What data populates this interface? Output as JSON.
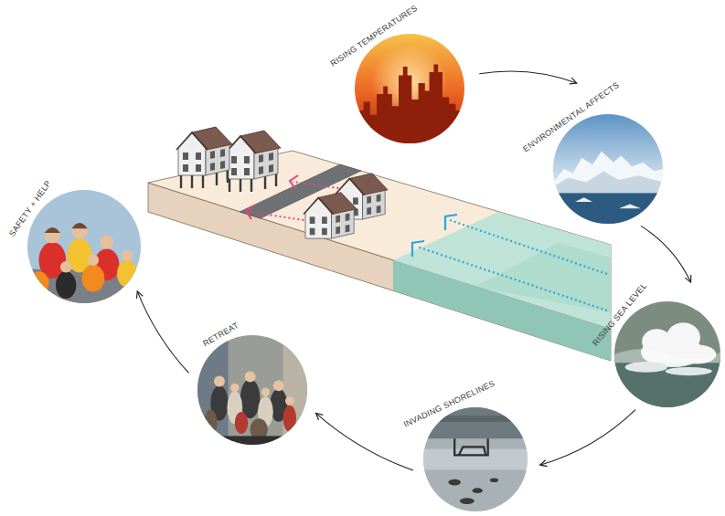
{
  "diagram": {
    "nodes": [
      {
        "text": [
          "RISING TEMPERATURES"
        ]
      },
      {
        "text": [
          "ENVIRONMENTAL AFFECTS"
        ]
      },
      {
        "text": [
          "RISING SEA LEVEL"
        ]
      },
      {
        "text": [
          "INVADING SHORELINES"
        ]
      },
      {
        "text": [
          "RETREAT"
        ]
      },
      {
        "text": [
          "SAFETY + HELP"
        ]
      }
    ],
    "edges": [
      {
        "from": 0,
        "to": 1,
        "arrow": "to"
      },
      {
        "from": 1,
        "to": 2,
        "arrow": "to"
      },
      {
        "from": 2,
        "to": 3,
        "arrow": "to"
      },
      {
        "from": 3,
        "to": 4,
        "arrow": "to"
      },
      {
        "from": 4,
        "to": 5,
        "arrow": "to"
      }
    ]
  }
}
